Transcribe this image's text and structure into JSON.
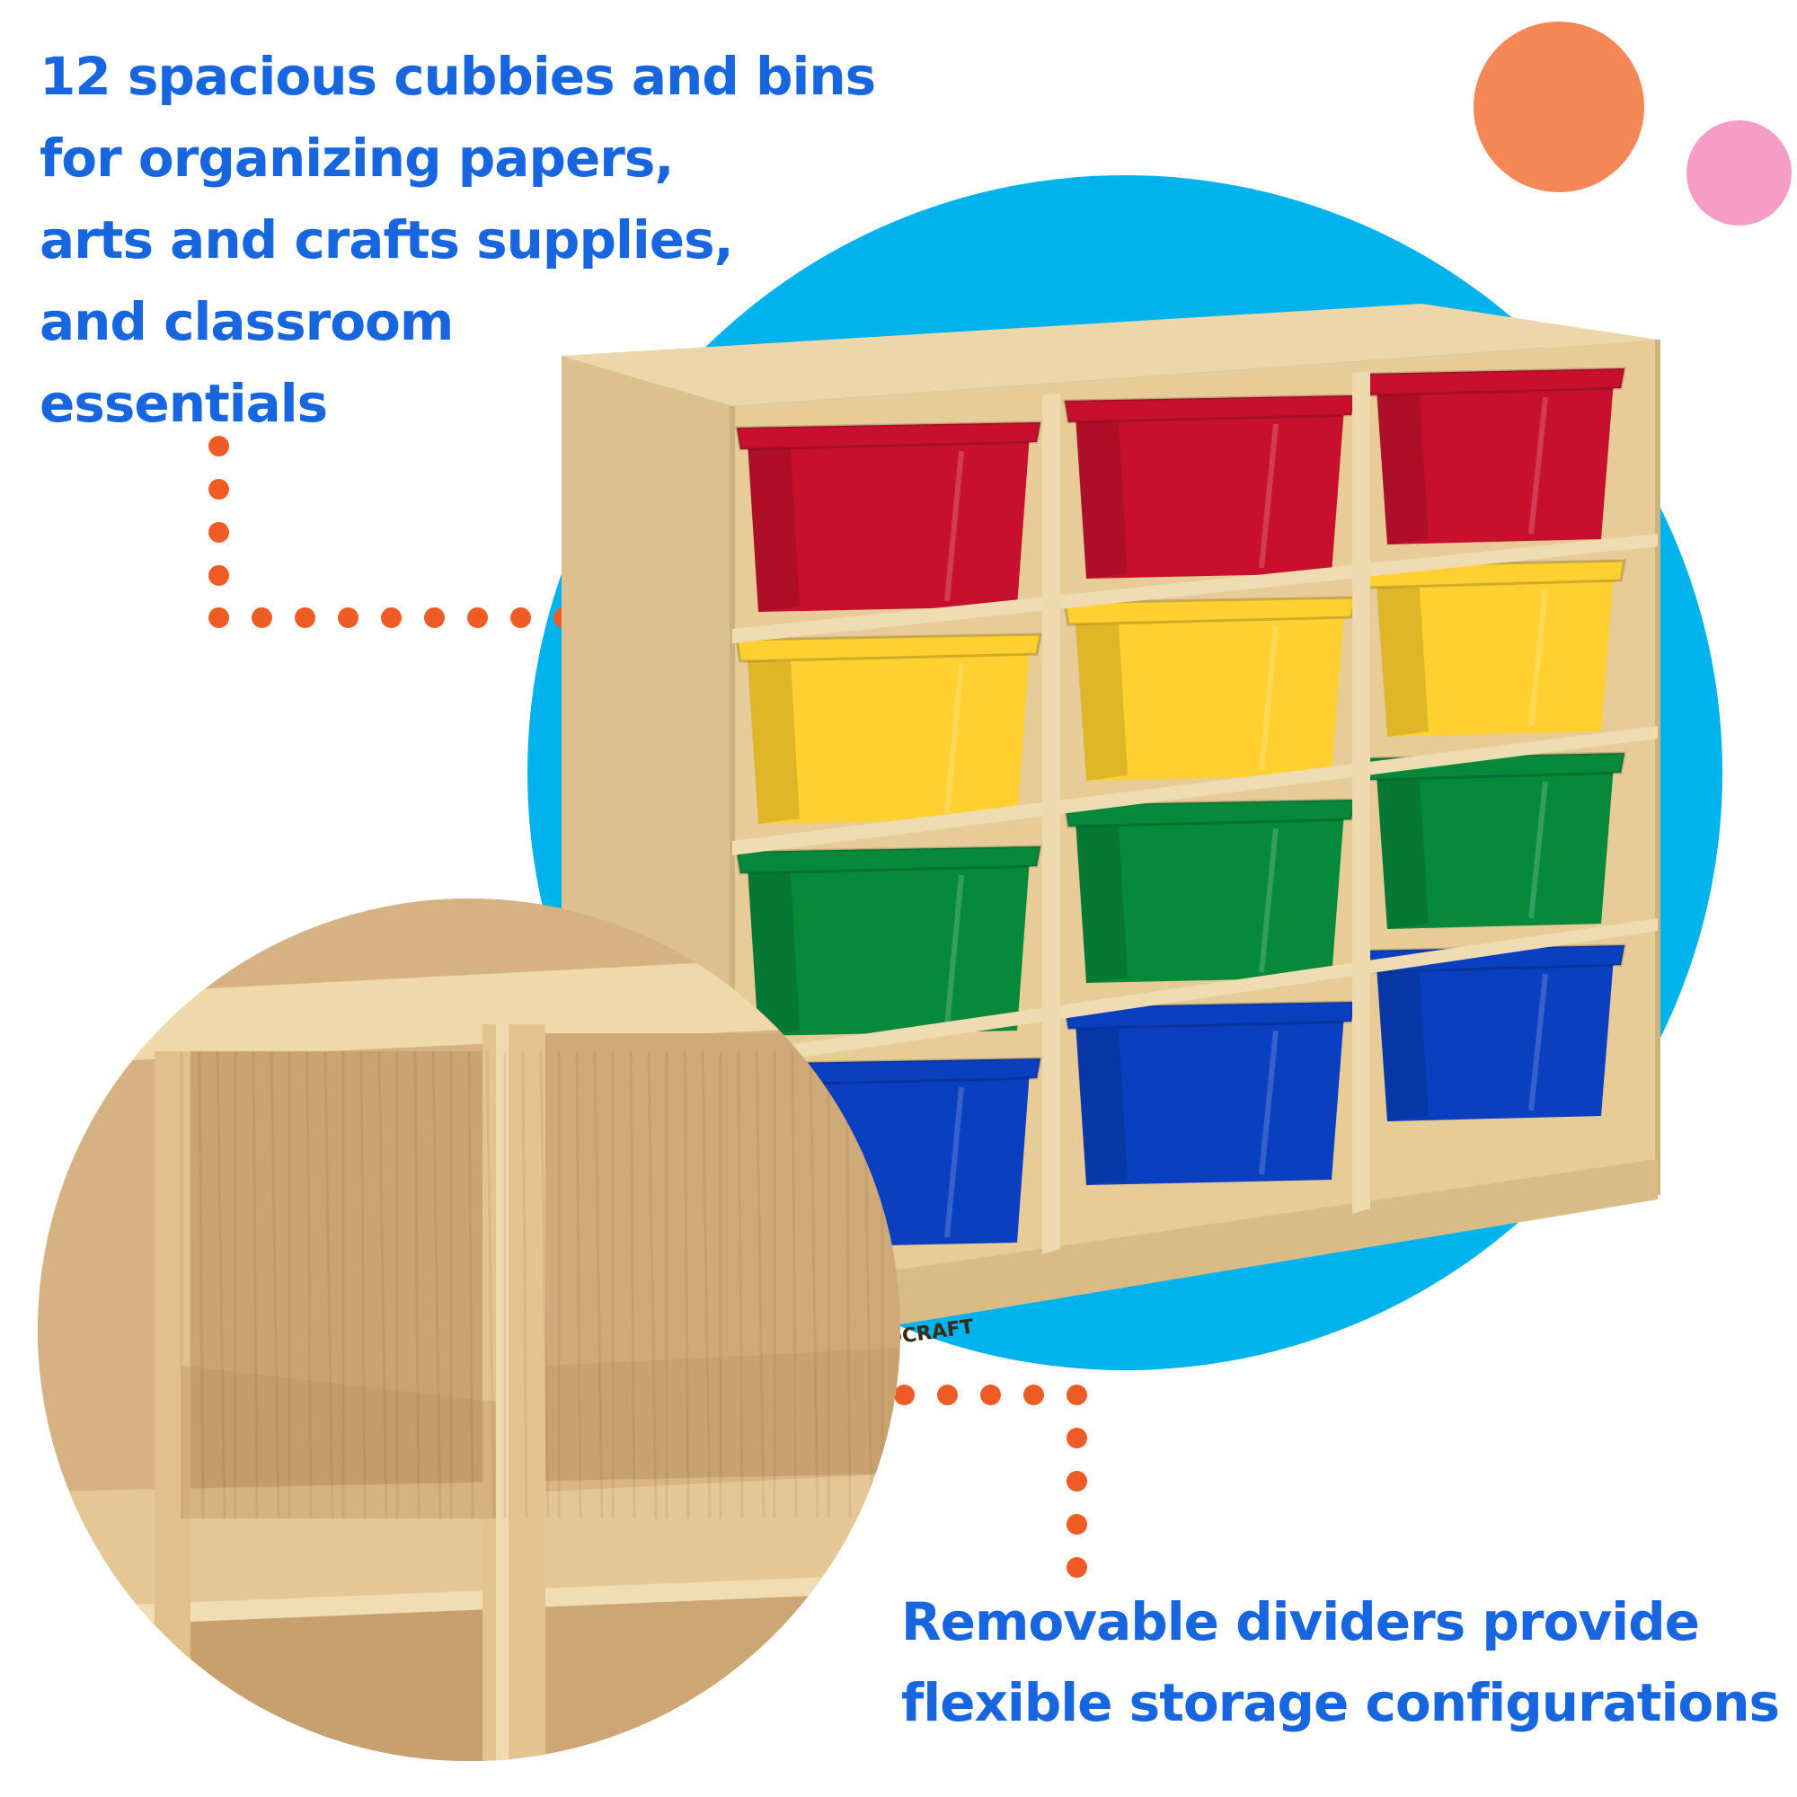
{
  "headline_top": {
    "lines": [
      "12 spacious cubbies and bins",
      "for organizing papers,",
      "arts and crafts supplies,",
      "and classroom",
      "essentials"
    ]
  },
  "headline_bottom": {
    "lines": [
      "Removable dividers provide",
      "flexible storage configurations"
    ]
  },
  "brand_label": "ILDCRAFT",
  "colors": {
    "accent_text": "#1766e0",
    "dot_orange": "#ef5b24",
    "blue_circle": "#00b3ec",
    "orange_circle": "#f58656",
    "pink_circle": "#f59cc7",
    "wood": "#e9cf9f",
    "bin_red": "#c8102e",
    "bin_yellow": "#ffd02f",
    "bin_green": "#07893b",
    "bin_blue": "#0a3fc0"
  },
  "bins": {
    "rows": [
      "red",
      "yellow",
      "green",
      "blue"
    ],
    "columns": 3
  }
}
